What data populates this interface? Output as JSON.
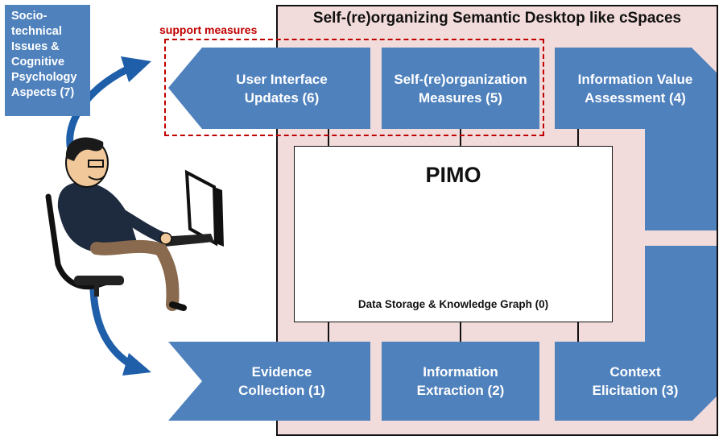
{
  "frame": {
    "title": "Self-(re)organizing Semantic Desktop like cSpaces"
  },
  "sidebox": {
    "line1": "Socio-",
    "line2": "technical",
    "line3": "Issues &",
    "line4": "Cognitive",
    "line5": "Psychology",
    "line6": "Aspects (7)"
  },
  "support": {
    "label": "support measures"
  },
  "boxes": {
    "ui_updates": {
      "line1": "User Interface",
      "line2": "Updates (6)"
    },
    "self_org": {
      "line1": "Self-(re)organization",
      "line2": "Measures (5)"
    },
    "info_value": {
      "line1": "Information Value",
      "line2": "Assessment (4)"
    },
    "evidence": {
      "line1": "Evidence",
      "line2": "Collection (1)"
    },
    "extraction": {
      "line1": "Information",
      "line2": "Extraction (2)"
    },
    "context": {
      "line1": "Context",
      "line2": "Elicitation (3)"
    }
  },
  "pimo": {
    "title": "PIMO",
    "subtitle": "Data Storage & Knowledge Graph (0)"
  },
  "colors": {
    "box_blue": "#4f81bd",
    "frame_pink": "#f2dcdb",
    "support_red": "#c00000",
    "arrow_blue": "#1f5ea8"
  }
}
